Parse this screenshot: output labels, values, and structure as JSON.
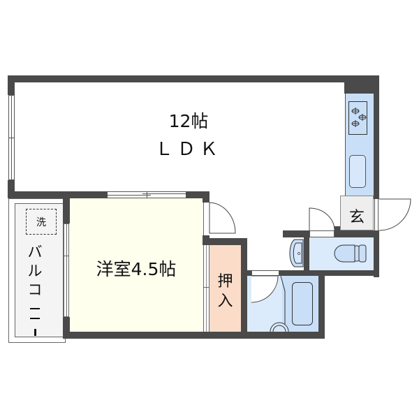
{
  "floorplan": {
    "rooms": {
      "ldk": {
        "area": "12帖",
        "name": "ＬＤＫ"
      },
      "western_room": {
        "label": "洋室4.5帖"
      },
      "closet": {
        "label_line1": "押",
        "label_line2": "入"
      },
      "entrance": {
        "label": "玄"
      },
      "balcony": {
        "label": "バルコニー",
        "chars": [
          "バ",
          "ル",
          "コ",
          "ー",
          "ー"
        ]
      },
      "washer_space": {
        "label": "洗"
      },
      "toilet": {
        "label": ""
      },
      "bathroom": {
        "label": ""
      }
    },
    "colors": {
      "wall": "#4a4a4a",
      "ldk_floor": "#ffffff",
      "western_room_floor": "#ffffee",
      "closet_floor": "#fbdcc8",
      "wet_area_floor": "#dcebfb",
      "kitchen_counter": "#c9dff7",
      "entrance_floor": "#eeeeee",
      "balcony_floor": "#f4f4f4"
    }
  }
}
